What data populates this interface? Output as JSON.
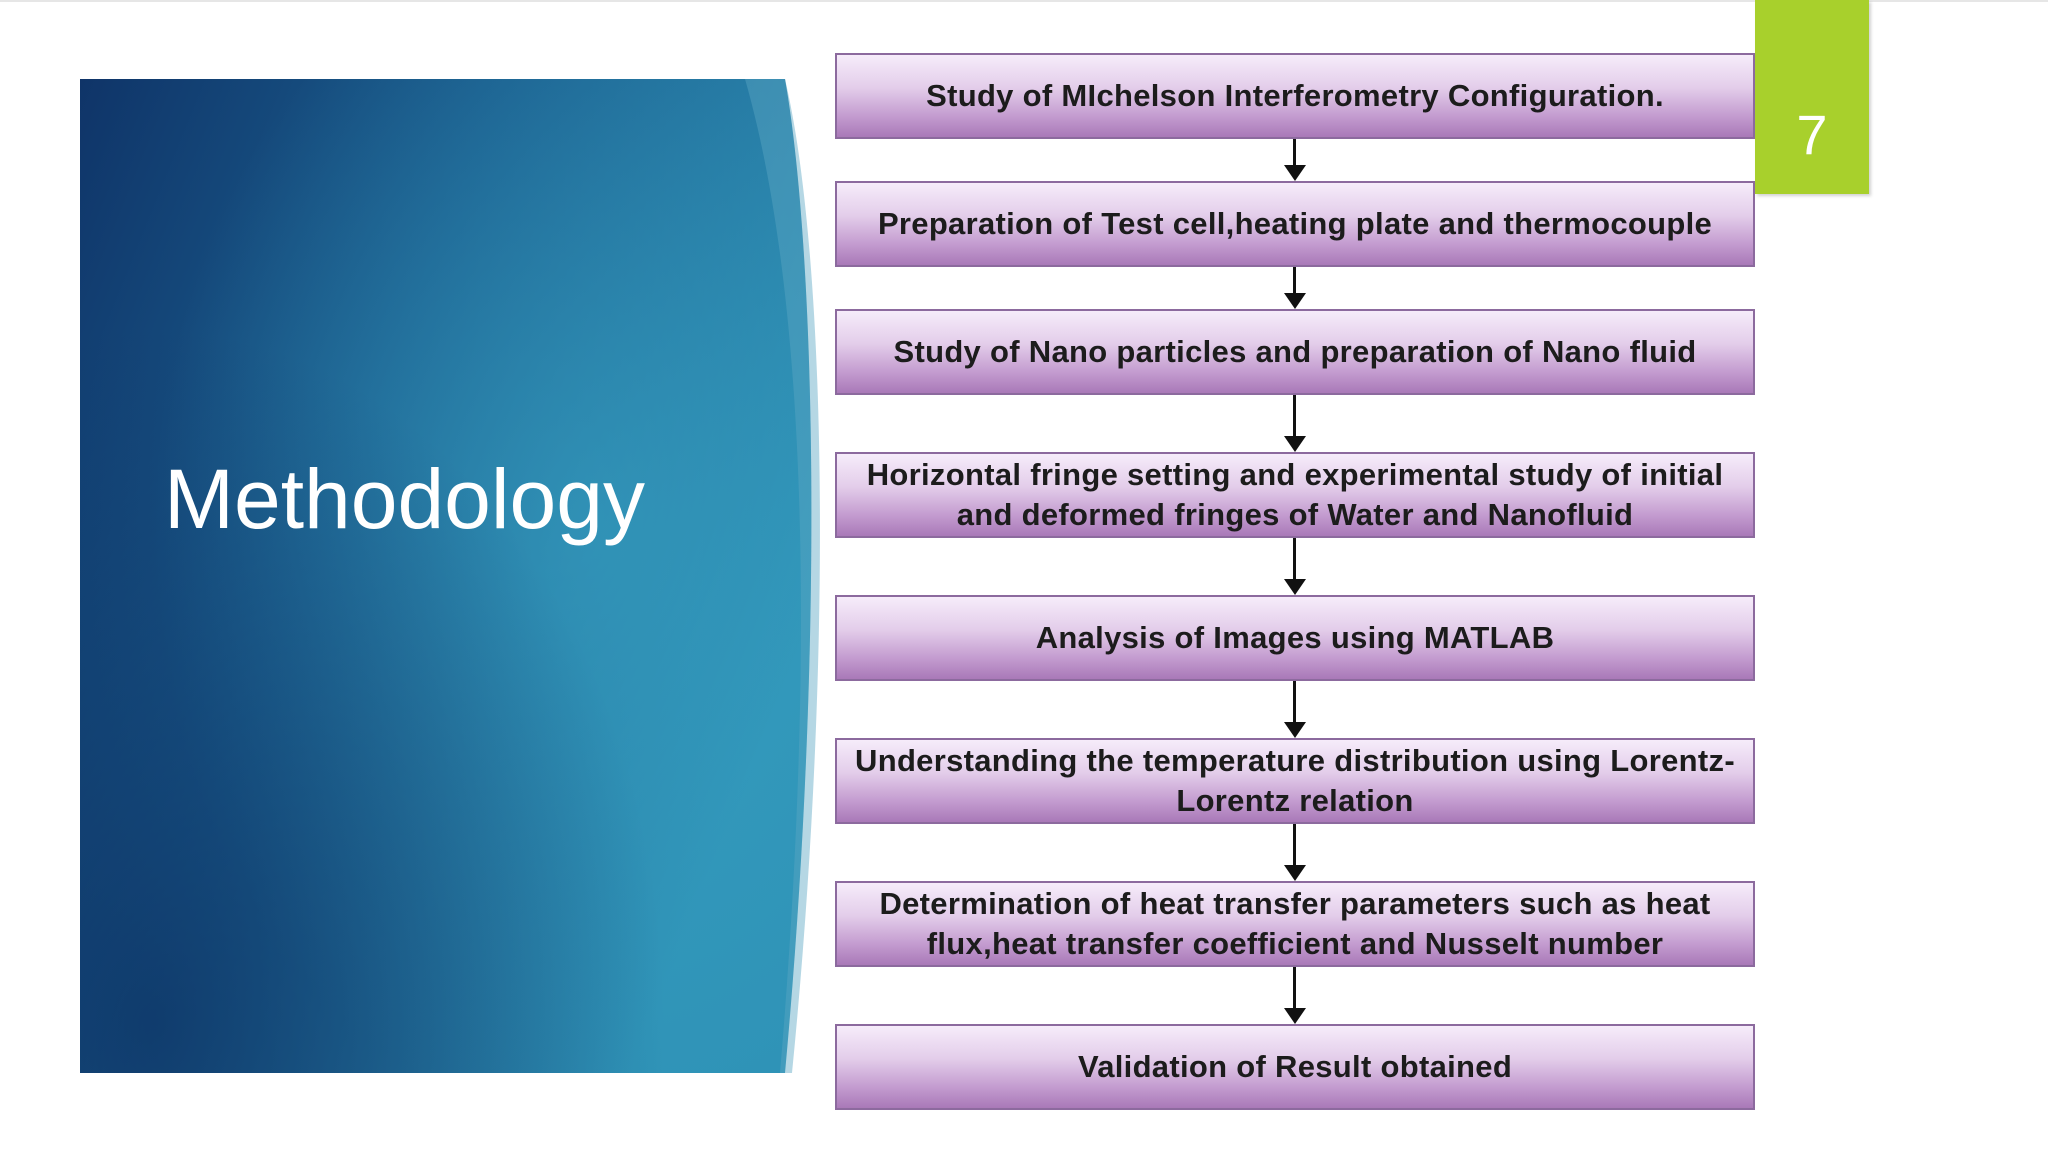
{
  "slide": {
    "title": "Methodology",
    "page_number": "7"
  },
  "colors": {
    "panel_dark": "#0f3468",
    "panel_light": "#2e8fb4",
    "page_tab": "#a8d02c",
    "box_border": "#8c6a9e",
    "box_top": "#f6ecfa",
    "box_bottom": "#a979b8"
  },
  "flowchart": {
    "steps": [
      {
        "text": "Study of MIchelson Interferometry Configuration."
      },
      {
        "text": "Preparation of Test cell,heating plate and thermocouple"
      },
      {
        "text": "Study of Nano particles and preparation of Nano fluid"
      },
      {
        "text": "Horizontal fringe setting and experimental study of initial and deformed fringes of Water and Nanofluid"
      },
      {
        "text": "Analysis of Images using MATLAB"
      },
      {
        "text": "Understanding the temperature distribution using Lorentz-Lorentz relation"
      },
      {
        "text": "Determination of heat transfer parameters such as heat flux,heat transfer coefficient and Nusselt number"
      },
      {
        "text": "Validation of Result obtained"
      }
    ]
  }
}
